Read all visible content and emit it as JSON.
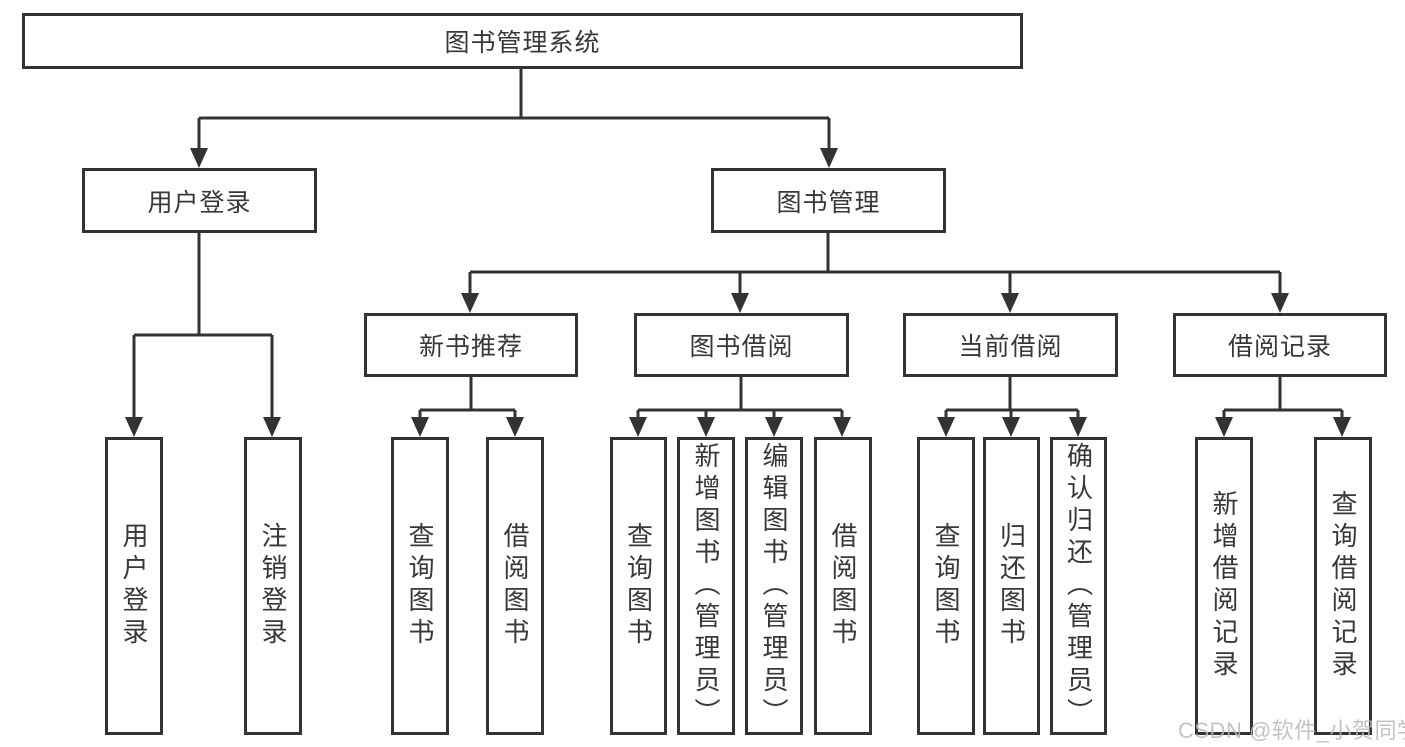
{
  "diagram": {
    "title": "图书管理系统",
    "tree": {
      "label": "图书管理系统",
      "children": [
        {
          "label": "用户登录",
          "children": [
            {
              "label": "用户登录"
            },
            {
              "label": "注销登录"
            }
          ]
        },
        {
          "label": "图书管理",
          "children": [
            {
              "label": "新书推荐",
              "children": [
                {
                  "label": "查询图书"
                },
                {
                  "label": "借阅图书"
                }
              ]
            },
            {
              "label": "图书借阅",
              "children": [
                {
                  "label": "查询图书"
                },
                {
                  "label": "新增图书（管理员）"
                },
                {
                  "label": "编辑图书（管理员）"
                },
                {
                  "label": "借阅图书"
                }
              ]
            },
            {
              "label": "当前借阅",
              "children": [
                {
                  "label": "查询图书"
                },
                {
                  "label": "归还图书"
                },
                {
                  "label": "确认归还（管理员）"
                }
              ]
            },
            {
              "label": "借阅记录",
              "children": [
                {
                  "label": "新增借阅记录"
                },
                {
                  "label": "查询借阅记录"
                }
              ]
            }
          ]
        }
      ]
    },
    "watermark": {
      "text": "CSDN @软件_小贺同学"
    },
    "colors": {
      "line": "#333333",
      "text": "#383838",
      "background": "#ffffff",
      "watermark": "#b9b9b9"
    }
  }
}
